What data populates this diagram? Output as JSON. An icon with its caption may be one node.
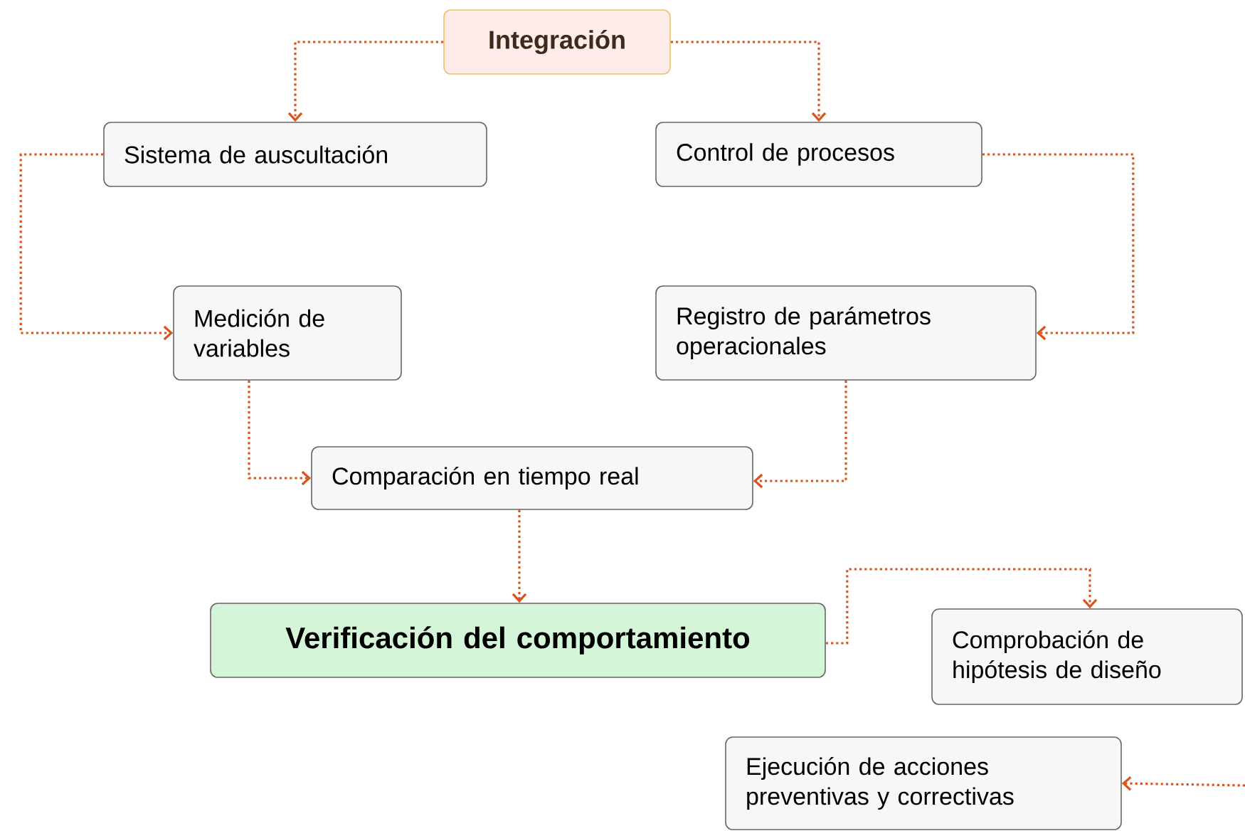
{
  "diagram": {
    "nodes": [
      {
        "text": [
          "Integración"
        ]
      },
      {
        "text": [
          "Sistema de auscultación"
        ]
      },
      {
        "text": [
          "Control de procesos"
        ]
      },
      {
        "text": [
          "Medición de variables"
        ]
      },
      {
        "text": [
          "Registro de parámetros operacionales"
        ]
      },
      {
        "text": [
          "Comparación en tiempo real"
        ]
      },
      {
        "text": [
          "Verificación del comportamiento"
        ]
      },
      {
        "text": [
          "Comprobación de hipótesis de diseño"
        ]
      },
      {
        "text": [
          "Ejecución de acciones preventivas y correctivas"
        ]
      }
    ],
    "edges": [
      {
        "from": 0,
        "to": 1,
        "arrow": "to",
        "style": "dashed"
      },
      {
        "from": 0,
        "to": 2,
        "arrow": "to",
        "style": "dashed"
      },
      {
        "from": 1,
        "to": 3,
        "arrow": "to",
        "style": "dashed"
      },
      {
        "from": 2,
        "to": 4,
        "arrow": "to",
        "style": "dashed"
      },
      {
        "from": 3,
        "to": 5,
        "arrow": "to",
        "style": "dashed"
      },
      {
        "from": 4,
        "to": 5,
        "arrow": "to",
        "style": "dashed"
      },
      {
        "from": 5,
        "to": 6,
        "arrow": "to",
        "style": "dashed"
      },
      {
        "from": 6,
        "to": 7,
        "arrow": "to",
        "style": "dashed"
      },
      {
        "from": null,
        "to": 8,
        "arrow": "to",
        "style": "dashed"
      }
    ]
  }
}
